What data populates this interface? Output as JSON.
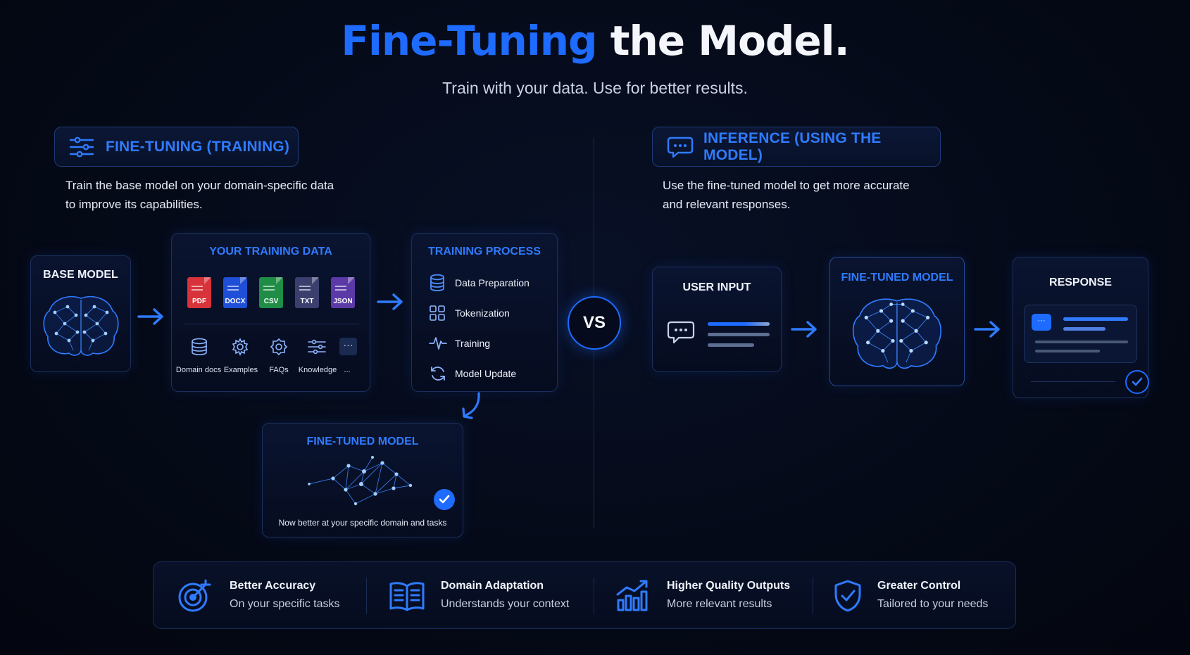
{
  "header": {
    "title_accent": "Fine-Tuning",
    "title_rest": "the Model.",
    "subtitle": "Train with your data. Use for better results."
  },
  "training_section": {
    "label": "FINE-TUNING (TRAINING)",
    "icon": "sliders-icon",
    "description_line1": "Train the base model on your domain-specific data",
    "description_line2": "to improve its capabilities."
  },
  "inference_section": {
    "label": "INFERENCE (USING THE MODEL)",
    "icon": "chat-bubble-icon",
    "description_line1": "Use the fine-tuned model to get more accurate",
    "description_line2": "and relevant responses."
  },
  "base_model": {
    "title": "BASE MODEL",
    "icon": "brain-icon"
  },
  "training_data": {
    "title": "YOUR TRAINING DATA",
    "files": [
      {
        "label": "PDF",
        "color": "#d8323a"
      },
      {
        "label": "DOCX",
        "color": "#1f4fd6"
      },
      {
        "label": "CSV",
        "color": "#1f8d45"
      },
      {
        "label": "TXT",
        "color": "#3a3f6e"
      },
      {
        "label": "JSON",
        "color": "#5b3aa8"
      }
    ],
    "sources": [
      {
        "label": "Domain docs",
        "icon": "database-icon"
      },
      {
        "label": "Examples",
        "icon": "gear-icon"
      },
      {
        "label": "FAQs",
        "icon": "cog-icon"
      },
      {
        "label": "Knowledge",
        "icon": "sliders-icon"
      },
      {
        "label": "...",
        "icon": "more-icon"
      }
    ]
  },
  "training_process": {
    "title": "TRAINING PROCESS",
    "steps": [
      {
        "label": "Data Preparation",
        "icon": "database-icon"
      },
      {
        "label": "Tokenization",
        "icon": "grid-icon"
      },
      {
        "label": "Training",
        "icon": "pulse-icon"
      },
      {
        "label": "Model Update",
        "icon": "refresh-icon"
      }
    ]
  },
  "fine_tuned_output": {
    "title": "FINE-TUNED MODEL",
    "caption": "Now better at your specific domain and tasks",
    "icon": "check-icon"
  },
  "vs_label": "VS",
  "inference_flow": {
    "user_input_title": "USER INPUT",
    "model_title": "FINE-TUNED MODEL",
    "response_title": "RESPONSE"
  },
  "benefits": [
    {
      "title": "Better Accuracy",
      "subtitle": "On your specific tasks",
      "icon": "target-icon"
    },
    {
      "title": "Domain Adaptation",
      "subtitle": "Understands your context",
      "icon": "book-icon"
    },
    {
      "title": "Higher Quality Outputs",
      "subtitle": "More relevant results",
      "icon": "bar-chart-icon"
    },
    {
      "title": "Greater Control",
      "subtitle": "Tailored to your needs",
      "icon": "shield-check-icon"
    }
  ],
  "colors": {
    "accent": "#1e6bff",
    "background": "#050a18",
    "card_border": "#1c2f5c"
  }
}
